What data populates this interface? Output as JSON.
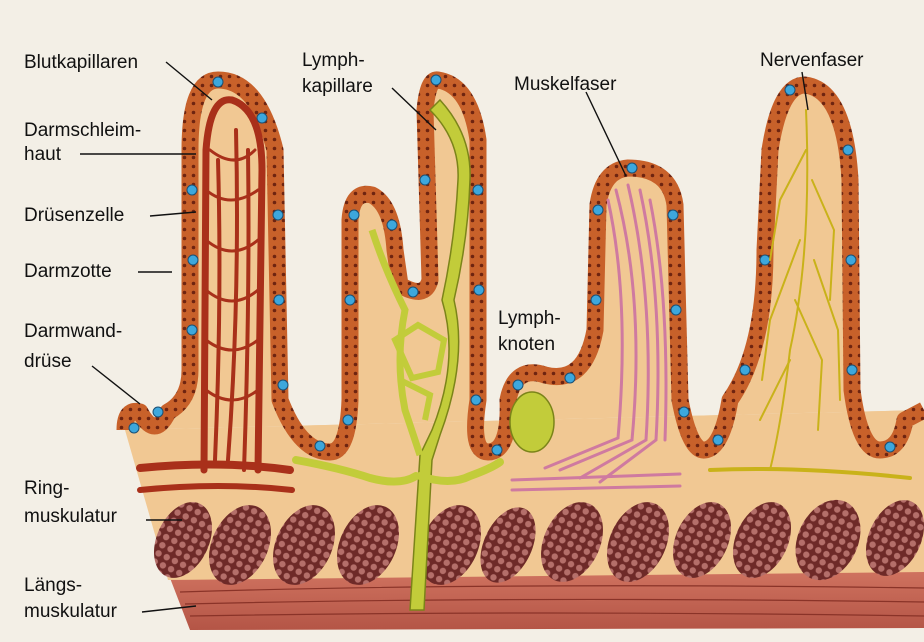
{
  "labels": {
    "blutkapillaren": "Blutkapillaren",
    "darmschleimhaut_1": "Darmschleim-",
    "darmschleimhaut_2": "haut",
    "druesenzelle": "Drüsenzelle",
    "darmzotte": "Darmzotte",
    "darmwanddruese_1": "Darmwand-",
    "darmwanddruese_2": "drüse",
    "ringmuskulatur_1": "Ring-",
    "ringmuskulatur_2": "muskulatur",
    "laengsmuskulatur_1": "Längs-",
    "laengsmuskulatur_2": "muskulatur",
    "lymphkapillare_1": "Lymph-",
    "lymphkapillare_2": "kapillare",
    "muskelfaser": "Muskelfaser",
    "lymphknoten_1": "Lymph-",
    "lymphknoten_2": "knoten",
    "nervenfaser": "Nervenfaser"
  },
  "colors": {
    "background": "#f3efe6",
    "tissue": "#f1c893",
    "epithelium": "#c8612a",
    "gland_cell": "#3da7dc",
    "blood_vessel": "#a9301a",
    "lymph": "#c2cc3a",
    "muscle_fiber": "#cf7aa0",
    "nerve": "#c9b21a",
    "ring_muscle": "#8a3b36",
    "longitudinal_muscle": "#c06555"
  }
}
